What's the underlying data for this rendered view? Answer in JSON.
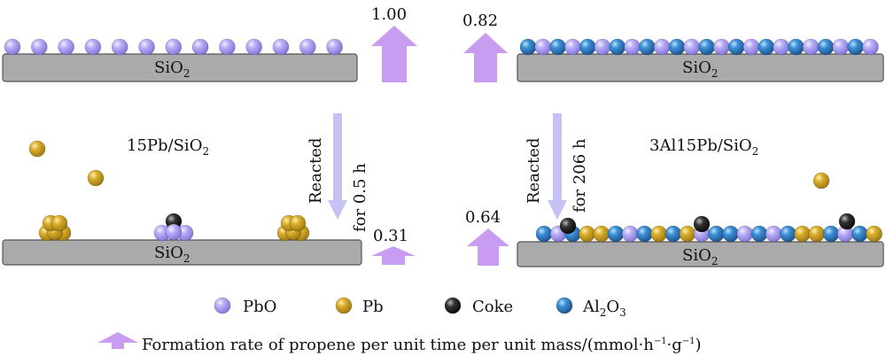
{
  "values": {
    "top_left": "1.00",
    "top_right": "0.82",
    "bottom_left": "0.31",
    "bottom_right": "0.64"
  },
  "supports": {
    "top_left": "SiO",
    "top_right": "SiO",
    "bottom_left": "SiO",
    "bottom_right": "SiO",
    "subscript": "2"
  },
  "catalysts": {
    "left": {
      "name": "15Pb/SiO",
      "sub": "2"
    },
    "right": {
      "name": "3Al15Pb/SiO",
      "sub": "2"
    }
  },
  "reactions": {
    "left": {
      "line1": "Reacted",
      "line2": "for 0.5 h"
    },
    "right": {
      "line1": "Reacted",
      "line2": "for 206 h"
    }
  },
  "legend": {
    "pbo": "PbO",
    "pb": "Pb",
    "coke": "Coke",
    "al2o3": {
      "name": "Al",
      "sub1": "2",
      "name2": "O",
      "sub2": "3"
    },
    "rate_label": {
      "text": "Formation rate of propene per unit time per unit mass/(mmol·h",
      "sup1": "−1",
      "mid": "·g",
      "sup2": "−1",
      "end": ")"
    }
  },
  "colors": {
    "pbo": "#a99cf0",
    "pb": "#c9a020",
    "coke": "#2a2a2a",
    "al2o3": "#2f7ec4",
    "support": "#aaaaaa",
    "rate_arrow": "#c89cf0",
    "reaction_arrow": "#c5c2f5"
  }
}
